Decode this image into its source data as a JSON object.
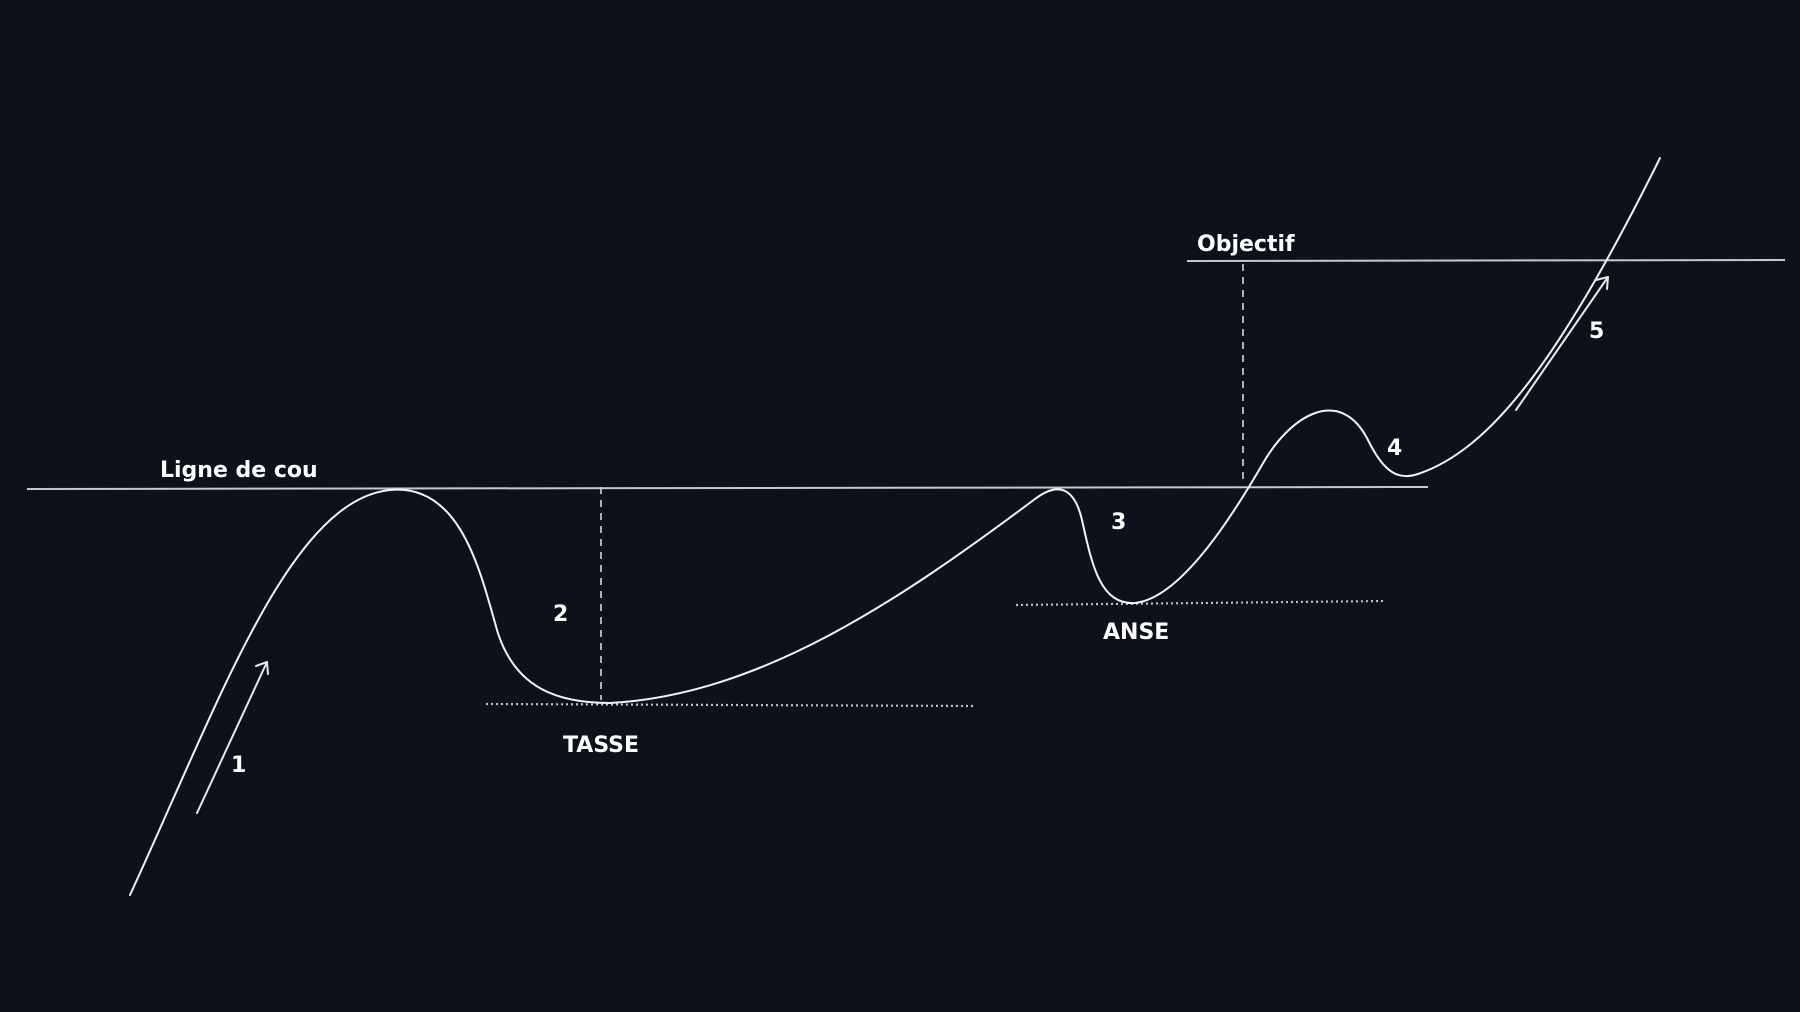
{
  "labels": {
    "neckline": "Ligne de cou",
    "target": "Objectif",
    "cup": "TASSE",
    "handle": "ANSE"
  },
  "steps": [
    "1",
    "2",
    "3",
    "4",
    "5"
  ],
  "colors": {
    "background": "#0d121a",
    "line": "#f2f2f2"
  }
}
